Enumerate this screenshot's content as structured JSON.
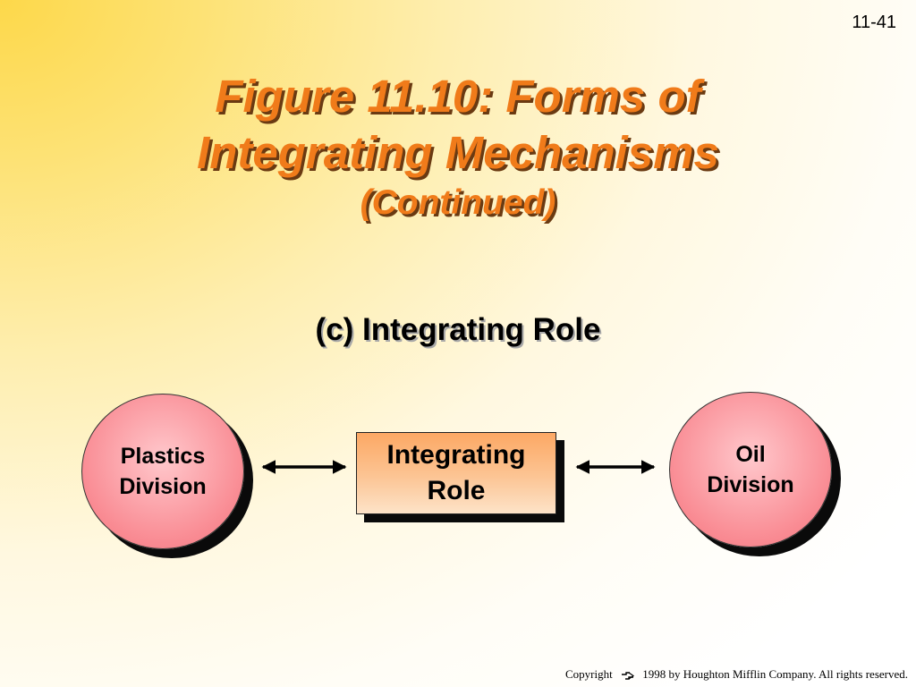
{
  "slide": {
    "number": "11-41",
    "title_line1": "Figure 11.10: Forms of",
    "title_line2": "Integrating Mechanisms",
    "title_line3": "(Continued)",
    "subtitle": "(c) Integrating Role"
  },
  "diagram": {
    "nodes": [
      {
        "id": "plastics",
        "label": "Plastics\nDivision",
        "shape": "circle"
      },
      {
        "id": "integrating",
        "label": "Integrating\nRole",
        "shape": "rectangle"
      },
      {
        "id": "oil",
        "label": "Oil\nDivision",
        "shape": "circle"
      }
    ],
    "edges": [
      {
        "from": "plastics",
        "to": "integrating",
        "direction": "both"
      },
      {
        "from": "integrating",
        "to": "oil",
        "direction": "both"
      }
    ],
    "colors": {
      "title": "#f07b1a",
      "circle_fill": "#f98a92",
      "box_fill": "#fcc595",
      "shadow": "#0a0a0a"
    }
  },
  "footer": {
    "copyright_label": "Copyright",
    "copyright_text": "1998 by Houghton Mifflin Company.  All rights reserved.",
    "logo_icon": "publisher-logo-icon"
  }
}
